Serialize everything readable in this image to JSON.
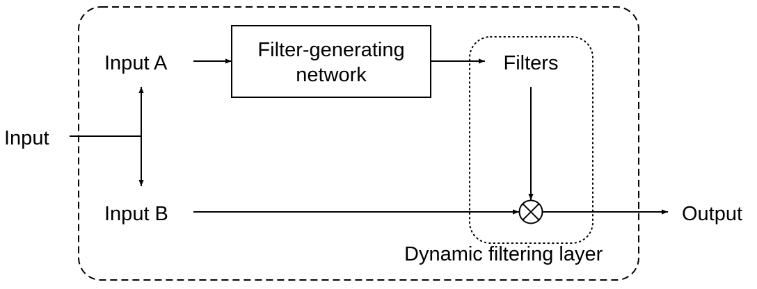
{
  "diagram": {
    "labels": {
      "input": "Input",
      "input_a": "Input A",
      "input_b": "Input B",
      "filter_net_line1": "Filter-generating",
      "filter_net_line2": "network",
      "filters": "Filters",
      "output": "Output",
      "dynamic_layer": "Dynamic filtering layer"
    },
    "nodes": [
      {
        "id": "input",
        "label": "Input"
      },
      {
        "id": "input_a",
        "label": "Input A"
      },
      {
        "id": "input_b",
        "label": "Input B"
      },
      {
        "id": "filter_net",
        "label": "Filter-generating network",
        "shape": "rectangle"
      },
      {
        "id": "filters",
        "label": "Filters"
      },
      {
        "id": "multiply",
        "label": "",
        "shape": "circle-times",
        "symbol": "⊗"
      },
      {
        "id": "output",
        "label": "Output"
      }
    ],
    "edges": [
      {
        "from": "input",
        "to": "input_a",
        "style": "solid",
        "arrow": true
      },
      {
        "from": "input",
        "to": "input_b",
        "style": "solid",
        "arrow": true
      },
      {
        "from": "input_a",
        "to": "filter_net",
        "style": "solid",
        "arrow": true
      },
      {
        "from": "filter_net",
        "to": "filters",
        "style": "solid",
        "arrow": true
      },
      {
        "from": "filters",
        "to": "multiply",
        "style": "solid",
        "arrow": true
      },
      {
        "from": "input_b",
        "to": "multiply",
        "style": "solid",
        "arrow": true
      },
      {
        "from": "multiply",
        "to": "output",
        "style": "solid",
        "arrow": true
      }
    ],
    "groups": [
      {
        "id": "outer",
        "style": "dashed",
        "label": ""
      },
      {
        "id": "dynamic_filtering_layer",
        "style": "dotted",
        "label": "Dynamic filtering layer",
        "contains": [
          "filters",
          "multiply"
        ]
      }
    ],
    "colors": {
      "stroke": "#000000",
      "background": "#ffffff",
      "text": "#000000"
    }
  }
}
